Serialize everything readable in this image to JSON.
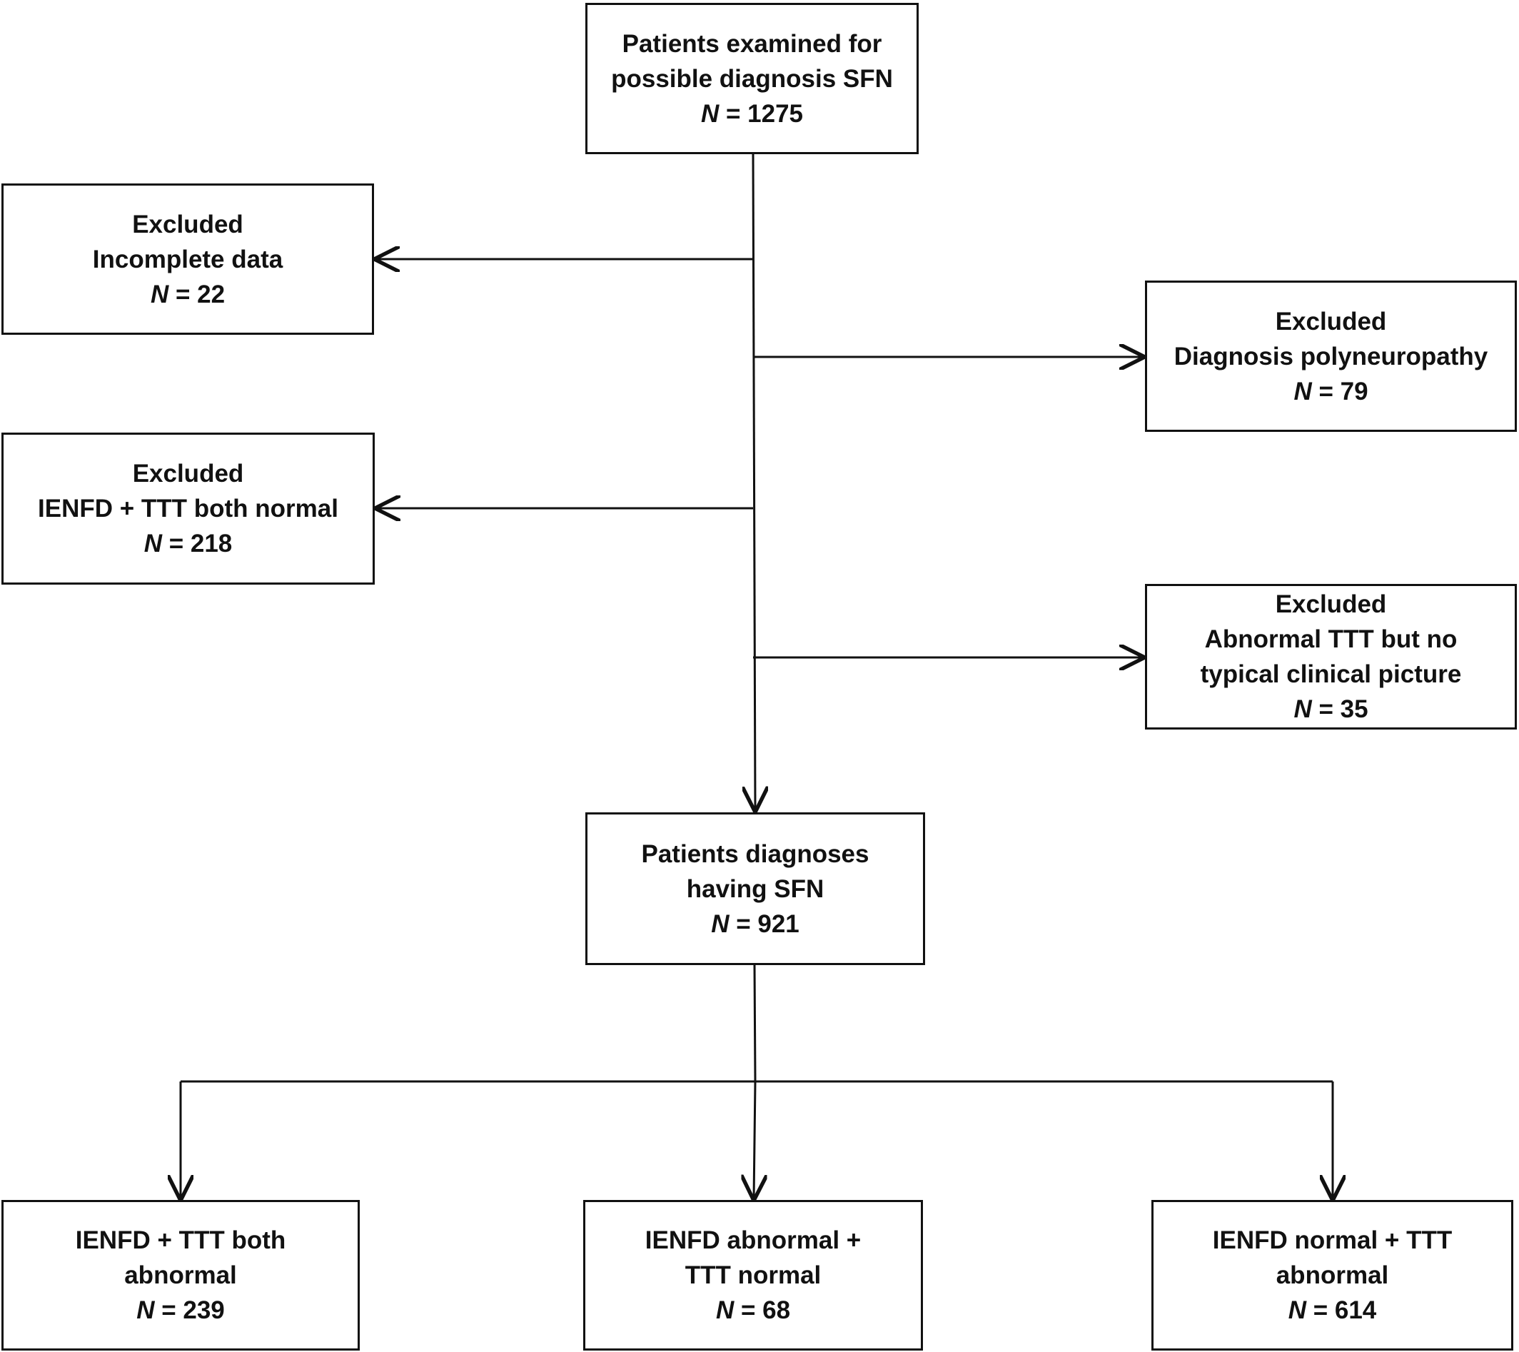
{
  "boxes": {
    "start": {
      "lines": [
        "Patients examined for",
        "possible diagnosis SFN"
      ],
      "n_prefix": "N",
      "n_value": " = 1275"
    },
    "excluded_incomplete": {
      "lines": [
        "Excluded",
        "Incomplete data"
      ],
      "n_prefix": "N",
      "n_value": " = 22"
    },
    "excluded_polyneuropathy": {
      "lines": [
        "Excluded",
        "Diagnosis polyneuropathy"
      ],
      "n_prefix": "N",
      "n_value": " = 79"
    },
    "excluded_both_normal": {
      "lines": [
        "Excluded",
        "IENFD + TTT both normal"
      ],
      "n_prefix": "N",
      "n_value": " = 218"
    },
    "excluded_abnormal_ttt": {
      "lines": [
        "Excluded",
        "Abnormal TTT but no",
        "typical clinical picture"
      ],
      "n_prefix": "N",
      "n_value": " = 35"
    },
    "diagnosed_sfn": {
      "lines": [
        "Patients diagnoses",
        "having SFN"
      ],
      "n_prefix": "N",
      "n_value": " = 921"
    },
    "both_abnormal": {
      "lines": [
        "IENFD + TTT both",
        "abnormal"
      ],
      "n_prefix": "N",
      "n_value": " = 239"
    },
    "ienfd_abnormal": {
      "lines": [
        "IENFD abnormal +",
        "TTT normal"
      ],
      "n_prefix": "N",
      "n_value": " = 68"
    },
    "ttt_abnormal": {
      "lines": [
        "IENFD normal + TTT",
        "abnormal"
      ],
      "n_prefix": "N",
      "n_value": " = 614"
    }
  }
}
